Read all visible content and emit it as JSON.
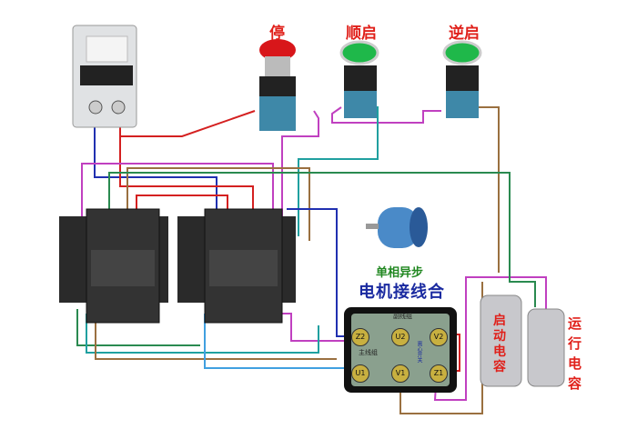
{
  "buttons": [
    {
      "label": "停",
      "cap_color": "#d8161a"
    },
    {
      "label": "顺启",
      "cap_color": "#1fb84a"
    },
    {
      "label": "逆启",
      "cap_color": "#1fb84a"
    }
  ],
  "motor": {
    "type_label": "单相异步",
    "box_title": "电机接线合",
    "icon": "motor-icon"
  },
  "terminal_box": {
    "terminals": [
      "Z2",
      "U2",
      "V2",
      "U1",
      "V1",
      "Z1"
    ],
    "aux_winding": "副线组",
    "main_winding": "主线组",
    "centrifugal_switch": "离心开关"
  },
  "capacitors": {
    "start_label": "启动电容",
    "run_label": "运行电容"
  },
  "wire_colors": {
    "red": "#d42020",
    "blue": "#2030b0",
    "magenta": "#c040c0",
    "green": "#2a8a50",
    "teal": "#20a0a0",
    "brown": "#9a7040",
    "lightblue": "#40a0e0"
  }
}
